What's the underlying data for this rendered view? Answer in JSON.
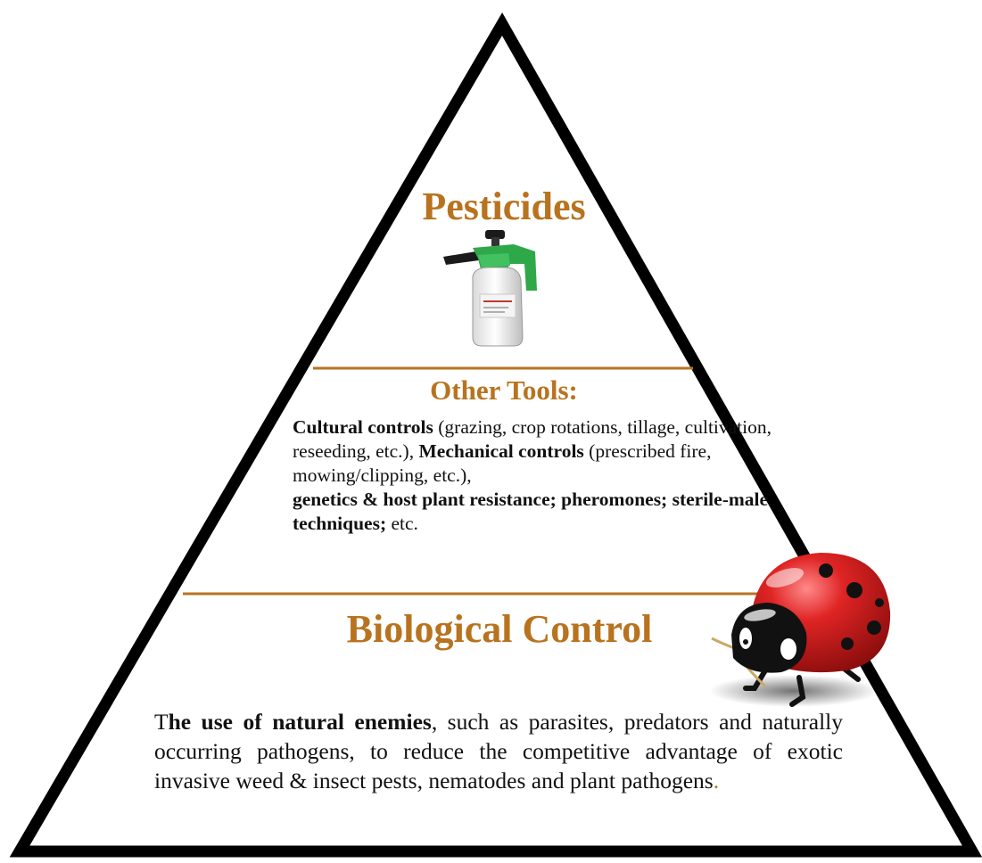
{
  "tiers": {
    "pesticides": {
      "title": "Pesticides",
      "image": "spray-bottle-icon"
    },
    "other_tools": {
      "title": "Other Tools:",
      "items": [
        {
          "bold": "Cultural controls",
          "text": " (grazing, crop rotations, tillage, cultivation, reseeding, etc.), "
        },
        {
          "bold": "Mechanical controls",
          "text": " (prescribed fire, mowing/clipping, etc.),"
        },
        {
          "bold": "genetics & host plant resistance; pheromones; sterile-male techniques;",
          "text": " etc."
        }
      ]
    },
    "biological_control": {
      "title": "Biological Control",
      "image": "ladybug-icon",
      "lead_plain": "T",
      "lead_bold": "he use of natural enemies",
      "body": ", such as parasites, predators and naturally occurring pathogens, to reduce the competitive advantage of exotic invasive weed & insect pests, nematodes and plant pathogens",
      "period": "."
    }
  },
  "colors": {
    "accent": "#b8731f",
    "outline": "#000000",
    "text": "#111111",
    "ladybug_red": "#c41e1e"
  }
}
